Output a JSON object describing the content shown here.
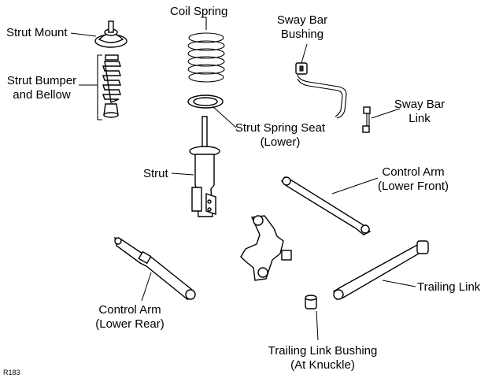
{
  "labels": {
    "strut_mount": "Strut Mount",
    "strut_bumper_line1": "Strut Bumper",
    "strut_bumper_line2": "and Bellow",
    "coil_spring": "Coil Spring",
    "sway_bar_bushing_line1": "Sway Bar",
    "sway_bar_bushing_line2": "Bushing",
    "sway_bar_link_line1": "Sway Bar",
    "sway_bar_link_line2": "Link",
    "strut_spring_seat_line1": "Strut Spring Seat",
    "strut_spring_seat_line2": "(Lower)",
    "strut": "Strut",
    "control_arm_front_line1": "Control Arm",
    "control_arm_front_line2": "(Lower Front)",
    "control_arm_rear_line1": "Control Arm",
    "control_arm_rear_line2": "(Lower Rear)",
    "trailing_link": "Trailing Link",
    "trailing_link_bushing_line1": "Trailing Link Bushing",
    "trailing_link_bushing_line2": "(At Knuckle)"
  },
  "figure_code": "R183",
  "colors": {
    "line": "#000000",
    "background": "#ffffff"
  }
}
